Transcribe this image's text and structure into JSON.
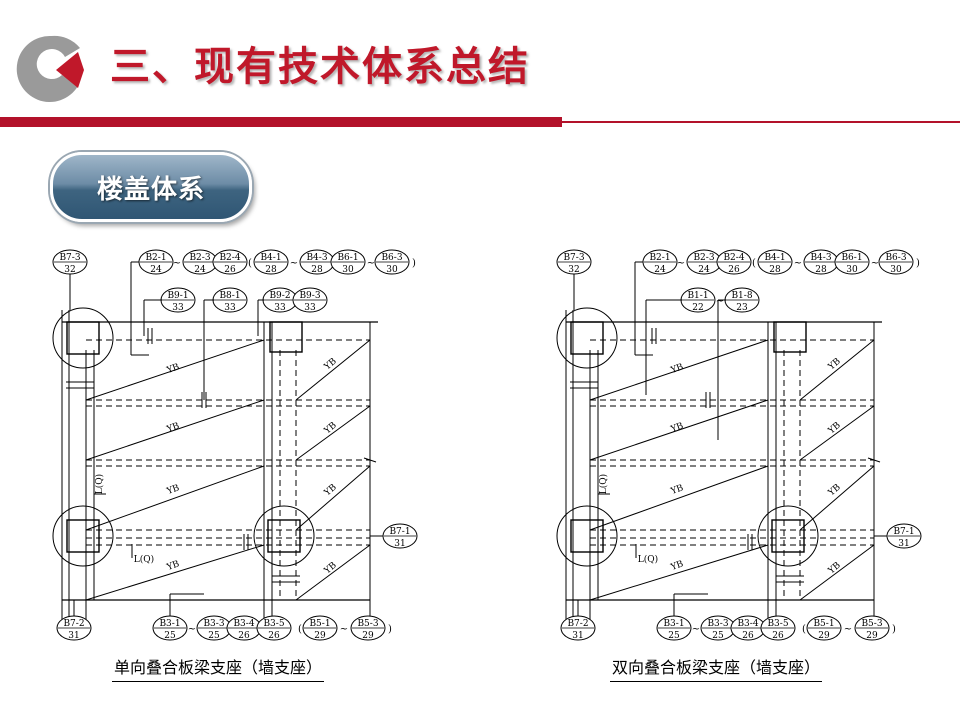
{
  "header": {
    "title": "三、现有技术体系总结",
    "brand_colors": {
      "primary": "#c0182a",
      "logo_gray": "#9a9a9a"
    }
  },
  "section_button": {
    "label": "楼盖体系"
  },
  "plans": [
    {
      "caption": "单向叠合板梁支座（墙支座）",
      "beam_label": "YB",
      "dim_label": "L(Q)",
      "top_paren_open": "(",
      "top_paren_close": ")",
      "top_tags": [
        {
          "top": "B7-3",
          "bottom": "32"
        },
        {
          "top": "B2-1",
          "bottom": "24"
        },
        {
          "top": "B2-3",
          "bottom": "24"
        },
        {
          "top": "B2-4",
          "bottom": "26"
        },
        {
          "top": "B4-1",
          "bottom": "28"
        },
        {
          "top": "B4-3",
          "bottom": "28"
        },
        {
          "top": "B6-1",
          "bottom": "30"
        },
        {
          "top": "B6-3",
          "bottom": "30"
        }
      ],
      "second_tags": [
        {
          "top": "B9-1",
          "bottom": "33"
        },
        {
          "top": "B8-1",
          "bottom": "33"
        },
        {
          "top": "B9-2",
          "bottom": "33"
        },
        {
          "top": "B9-3",
          "bottom": "33"
        }
      ],
      "right_tag": {
        "top": "B7-1",
        "bottom": "31"
      },
      "bottom_tags": [
        {
          "top": "B7-2",
          "bottom": "31"
        },
        {
          "top": "B3-1",
          "bottom": "25"
        },
        {
          "top": "B3-3",
          "bottom": "25"
        },
        {
          "top": "B3-4",
          "bottom": "26"
        },
        {
          "top": "B3-5",
          "bottom": "26"
        },
        {
          "top": "B5-1",
          "bottom": "29"
        },
        {
          "top": "B5-3",
          "bottom": "29"
        }
      ]
    },
    {
      "caption": "双向叠合板梁支座（墙支座）",
      "beam_label": "YB",
      "dim_label": "L(Q)",
      "top_paren_open": "(",
      "top_paren_close": ")",
      "top_tags": [
        {
          "top": "B7-3",
          "bottom": "32"
        },
        {
          "top": "B2-1",
          "bottom": "24"
        },
        {
          "top": "B2-3",
          "bottom": "24"
        },
        {
          "top": "B2-4",
          "bottom": "26"
        },
        {
          "top": "B4-1",
          "bottom": "28"
        },
        {
          "top": "B4-3",
          "bottom": "28"
        },
        {
          "top": "B6-1",
          "bottom": "30"
        },
        {
          "top": "B6-3",
          "bottom": "30"
        }
      ],
      "second_tags": [
        {
          "top": "B1-1",
          "bottom": "22"
        },
        {
          "top": "B1-8",
          "bottom": "23"
        }
      ],
      "right_tag": {
        "top": "B7-1",
        "bottom": "31"
      },
      "bottom_tags": [
        {
          "top": "B7-2",
          "bottom": "31"
        },
        {
          "top": "B3-1",
          "bottom": "25"
        },
        {
          "top": "B3-3",
          "bottom": "25"
        },
        {
          "top": "B3-4",
          "bottom": "26"
        },
        {
          "top": "B3-5",
          "bottom": "26"
        },
        {
          "top": "B5-1",
          "bottom": "29"
        },
        {
          "top": "B5-3",
          "bottom": "29"
        }
      ]
    }
  ]
}
